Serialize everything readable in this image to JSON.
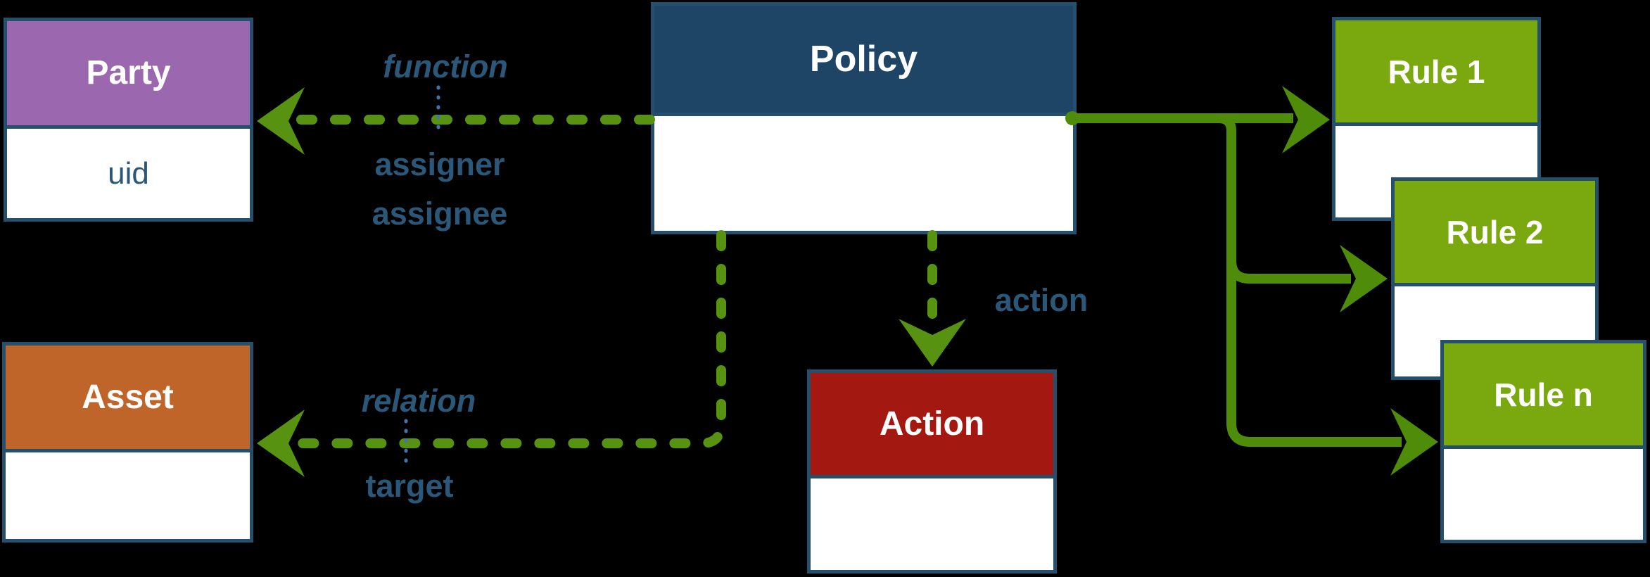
{
  "colors": {
    "background": "#000000",
    "border": "#24506e",
    "navy": "#1e4565",
    "purple": "#9b68af",
    "orange": "#c06529",
    "red": "#a31811",
    "rule_green": "#79a90e",
    "arrow_green": "#4e8c09",
    "dash_green": "#579310",
    "text_blue": "#2b5878",
    "connector_blue": "#3c78ae",
    "box_body": "#ffffff",
    "title_text": "#ffffff"
  },
  "entities": {
    "policy": {
      "title": "Policy"
    },
    "party": {
      "title": "Party",
      "attribute": "uid"
    },
    "asset": {
      "title": "Asset"
    },
    "action": {
      "title": "Action"
    },
    "rule1": {
      "title": "Rule 1"
    },
    "rule2": {
      "title": "Rule 2"
    },
    "rulen": {
      "title": "Rule n"
    }
  },
  "edge_labels": {
    "function": "function",
    "assigner": "assigner",
    "assignee": "assignee",
    "action": "action",
    "relation": "relation",
    "target": "target"
  }
}
